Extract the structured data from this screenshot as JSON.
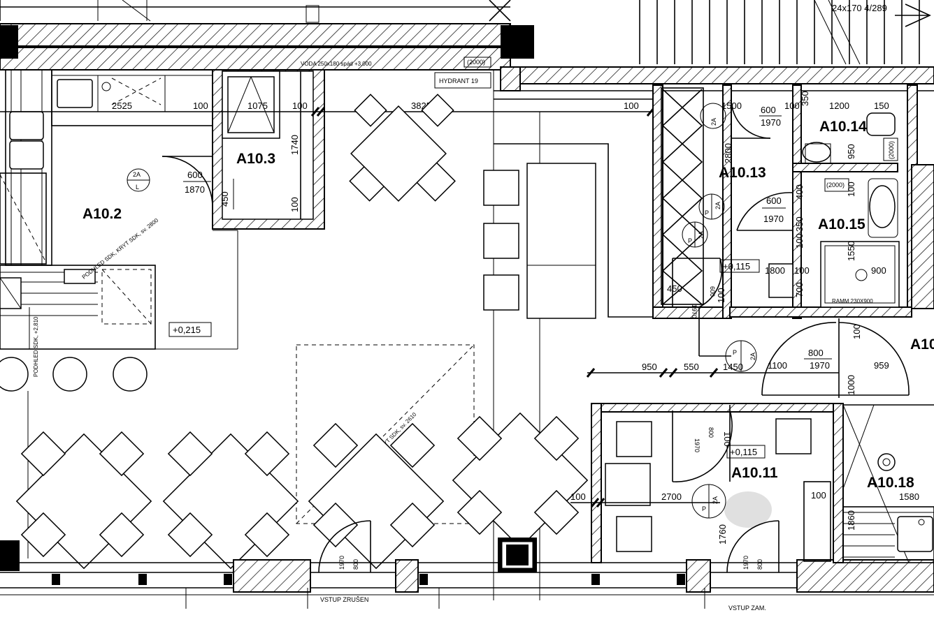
{
  "rooms": [
    {
      "id": "a10_2",
      "label": "A10.2"
    },
    {
      "id": "a10_3",
      "label": "A10.3"
    },
    {
      "id": "a10_13",
      "label": "A10.13"
    },
    {
      "id": "a10_14",
      "label": "A10.14"
    },
    {
      "id": "a10_15",
      "label": "A10.15"
    },
    {
      "id": "a10_11",
      "label": "A10.11"
    },
    {
      "id": "a10_18",
      "label": "A10.18"
    },
    {
      "id": "a10_cut",
      "label": "A10"
    }
  ],
  "levels": [
    "+0,215",
    "+0,115",
    "+0,115"
  ],
  "labels": {
    "hydrant": "HYDRANT 19",
    "entrance_closed": "VSTUP ZRUŠEN",
    "entrance_zam": "VSTUP ZAM.",
    "stair": "24x170 4/289",
    "duct": "VODA 250x180 spád +3,000",
    "shower": "RAMM 230X900"
  },
  "door_tags": [
    "2A",
    "L",
    "2A",
    "P",
    "2A",
    "P",
    "2A",
    "P",
    "2A",
    "P",
    "2A"
  ],
  "dims": {
    "d2525": "2525",
    "d1075": "1075",
    "d100a": "100",
    "d3825": "3825",
    "d100b": "100",
    "d1500": "1500",
    "d600a": "600",
    "d100c": "100",
    "d350a": "350",
    "d1200": "1200",
    "d150": "150",
    "d1740": "1740",
    "d100d": "100",
    "d450a": "450",
    "d600b": "600",
    "d1870": "1870",
    "d2800": "2800",
    "d1970a": "1970",
    "d950a": "950",
    "d2000a": "(2000)",
    "d2000b": "(2000)",
    "d400": "400",
    "d100e": "100",
    "d600c": "600",
    "d1970b": "1970",
    "d350b": "350",
    "d100f": "100",
    "d1550": "1550",
    "d1800": "1800",
    "d100g": "100",
    "d900": "900",
    "d700": "700",
    "d450b": "450",
    "d1970c": "1970",
    "d600d": "600",
    "d100h": "100",
    "d950b": "950",
    "d550": "550",
    "d1450": "1450",
    "d800a": "800",
    "d1100": "1100",
    "d1970d": "1970",
    "d959": "959",
    "d100i": "100",
    "d1000": "1000",
    "d1970e": "1970",
    "d800b": "800",
    "d100j": "100",
    "d100k": "100",
    "d2700": "2700",
    "d1860": "1860",
    "d1580": "1580",
    "d1760": "1760",
    "d1970f": "1970",
    "d800c": "800",
    "d1970g": "1970",
    "d800d": "800",
    "d2000c": "(2000)"
  },
  "annotations": {
    "ceiling1": "PODHLED SDK, KRYT SDK, sv. 2800",
    "ceiling2": "PODHLED SDK, KRYT SDK, sv. 2610",
    "ceiling3": "PODHLED SDK, +2,810"
  },
  "colors": {
    "line": "#000000",
    "paper": "#ffffff"
  }
}
